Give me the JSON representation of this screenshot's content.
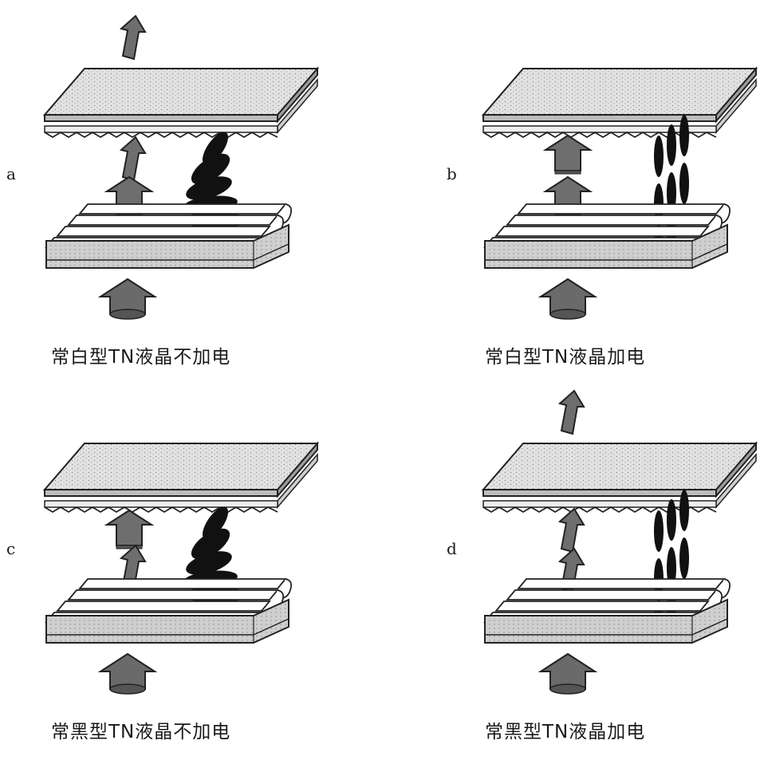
{
  "panels": [
    {
      "letter": "a",
      "caption": "常白型TN液晶不加电"
    },
    {
      "letter": "b",
      "caption": "常白型TN液晶加电"
    },
    {
      "letter": "c",
      "caption": "常黑型TN液晶不加电"
    },
    {
      "letter": "d",
      "caption": "常黑型TN液晶加电"
    }
  ]
}
